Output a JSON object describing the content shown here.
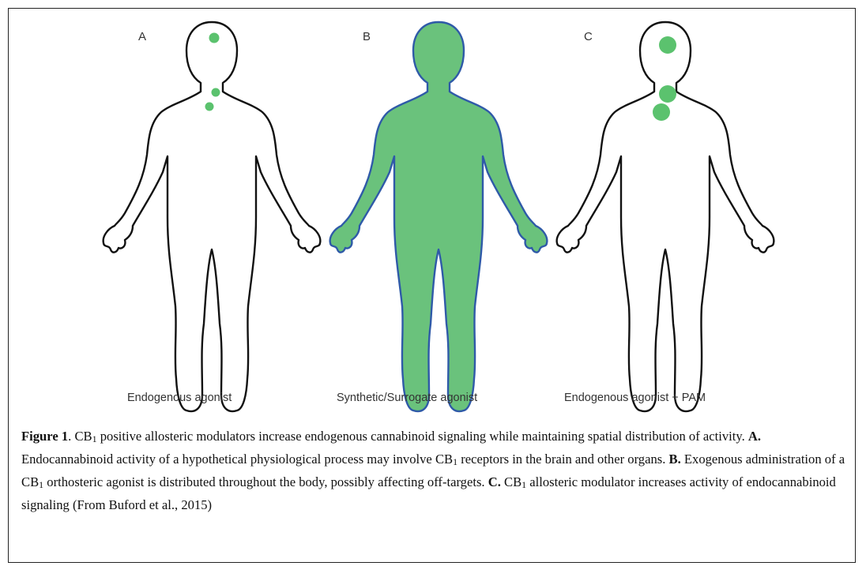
{
  "panels": [
    {
      "letter": "A",
      "label": "Endogenous agonist"
    },
    {
      "letter": "B",
      "label": "Synthetic/Surrogate agonist"
    },
    {
      "letter": "C",
      "label": "Endogenous agonist + PAM"
    }
  ],
  "colors": {
    "activity_green": "#5bc26e",
    "body_fill_green": "#6ac27c",
    "body_outline_blue": "#2f5aa8",
    "outline": "#111111"
  },
  "caption": {
    "figure_label": "Figure 1",
    "intro_a": ". CB",
    "intro_sub": "1",
    "intro_b": " positive allosteric modulators increase endogenous cannabinoid signaling while maintaining spatial distribution of activity. ",
    "a_label": "A.",
    "a_text_1": " Endocannabinoid activity of a hypothetical physiological process may involve CB",
    "a_sub": "1",
    "a_text_2": " receptors in the brain and other organs. ",
    "b_label": "B.",
    "b_text_1": " Exogenous administration of a CB",
    "b_sub": "1",
    "b_text_2": " orthosteric agonist is distributed throughout the body, possibly affecting off-targets. ",
    "c_label": "C.",
    "c_text_1": " CB",
    "c_sub": "1",
    "c_text_2": " allosteric modulator increases activity of endocannabinoid signaling (From Buford et al., 2015)"
  }
}
